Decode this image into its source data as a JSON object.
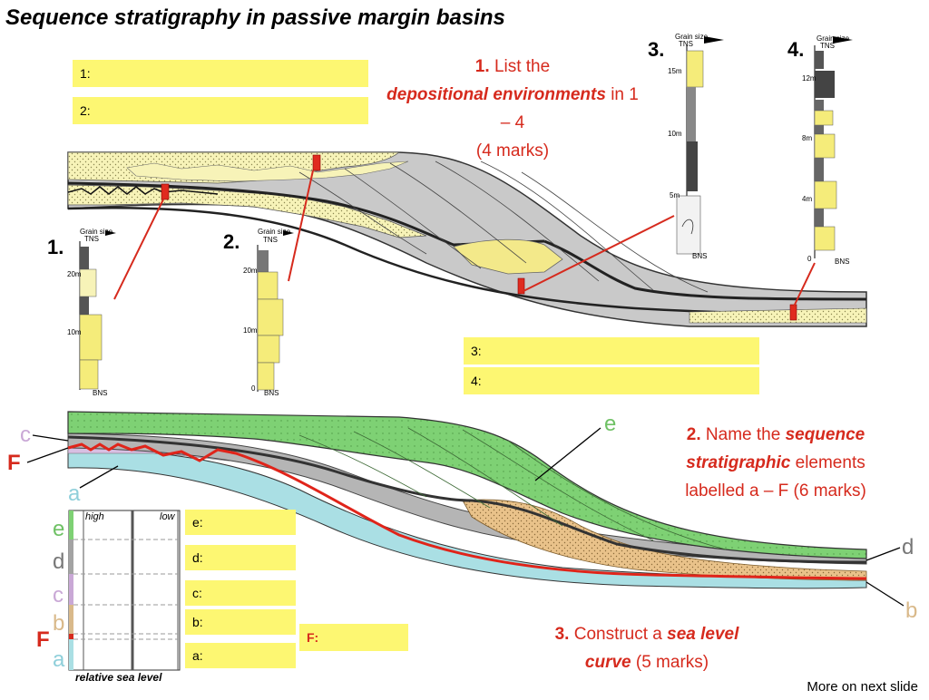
{
  "title": "Sequence stratigraphy in passive margin basins",
  "answer_boxes": {
    "box1": "1:",
    "box2": "2:",
    "box3": "3:",
    "box4": "4:",
    "box_e": "e:",
    "box_d": "d:",
    "box_c": "c:",
    "box_b": "b:",
    "box_a": "a:",
    "box_F": "F:"
  },
  "questions": {
    "q1": {
      "number": "1.",
      "pre": "List the",
      "emph": "depositional environments",
      "post": "in 1 – 4",
      "marks": "(4 marks)"
    },
    "q2": {
      "number": "2.",
      "pre": "Name the",
      "emph1": "sequence",
      "emph2": "stratigraphic",
      "post": "elements",
      "line3": "labelled a – F (6 marks)"
    },
    "q3": {
      "number": "3.",
      "pre": "Construct a",
      "emph1": "sea level",
      "emph2": "curve",
      "marks": "(5 marks)"
    }
  },
  "log_numbers": {
    "n1": "1.",
    "n2": "2.",
    "n3": "3.",
    "n4": "4."
  },
  "log_text": {
    "grain_size": "Grain size",
    "scale": "TNS",
    "base": "BNS",
    "m20": "20m",
    "m10": "10m",
    "m15": "15m",
    "m5": "5m",
    "m12": "12m",
    "m8": "8m",
    "m4": "4m",
    "m0": "0"
  },
  "element_labels": {
    "c": "c",
    "F": "F",
    "a": "a",
    "e": "e",
    "d": "d",
    "b": "b"
  },
  "sea_level_chart": {
    "high": "high",
    "low": "low",
    "caption": "relative sea level",
    "levels": [
      "e",
      "d",
      "c",
      "b",
      "F",
      "a"
    ]
  },
  "footer": "More on next slide",
  "colors": {
    "yellow_box": "#fdf772",
    "red": "#d62a1d",
    "green": "#7ed174",
    "grey": "#a3a3a3",
    "purple": "#c9a8d6",
    "tan": "#d9b98a",
    "teal": "#aadfe4"
  }
}
